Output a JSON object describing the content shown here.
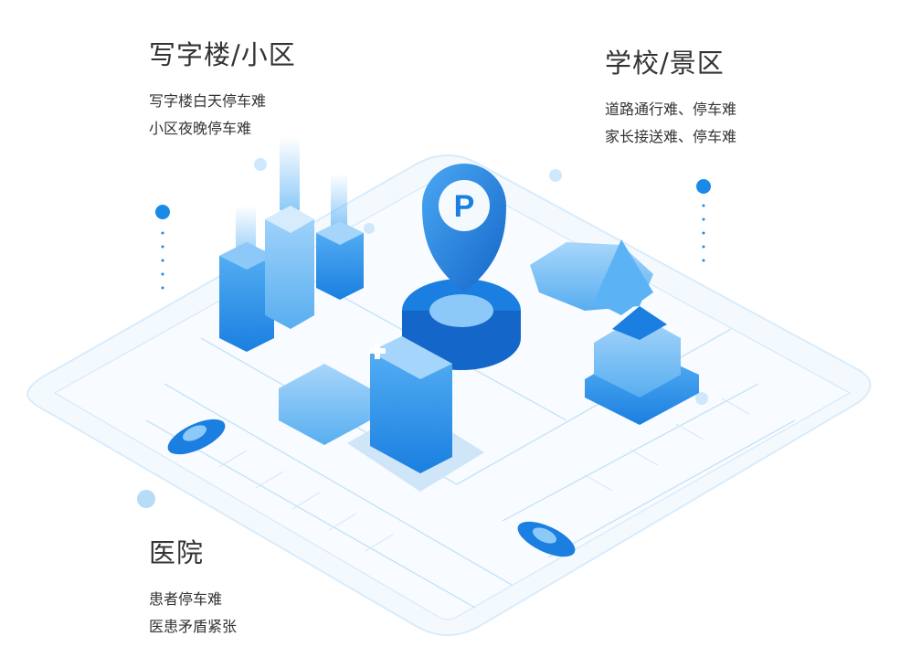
{
  "sections": [
    {
      "title": "写字楼/小区",
      "lines": [
        "写字楼白天停车难",
        "小区夜晚停车难"
      ]
    },
    {
      "title": "学校/景区",
      "lines": [
        "道路通行难、停车难",
        "家长接送难、停车难"
      ]
    },
    {
      "title": "医院",
      "lines": [
        "患者停车难",
        "医患矛盾紧张"
      ]
    }
  ],
  "pin_label": "P",
  "colors": {
    "primary": "#1a7fe0",
    "light": "#e8f4fd",
    "text": "#333333"
  }
}
